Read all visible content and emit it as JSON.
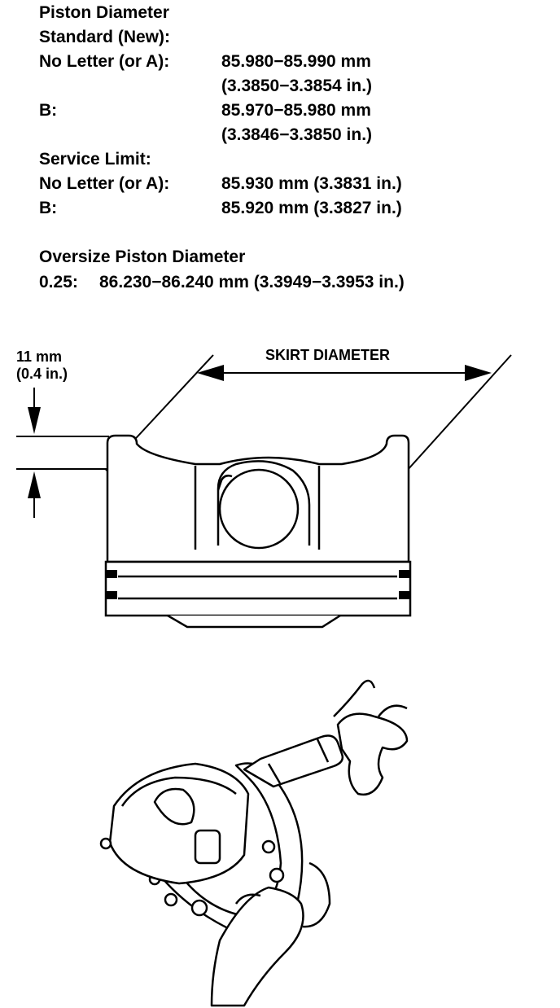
{
  "spec": {
    "title": "Piston Diameter",
    "standard_heading": "Standard (New):",
    "standard": [
      {
        "label": "No Letter (or A):",
        "mm": "85.980−85.990 mm",
        "inch": "(3.3850−3.3854 in.)"
      },
      {
        "label": "B:",
        "mm": "85.970−85.980 mm",
        "inch": "(3.3846−3.3850 in.)"
      }
    ],
    "service_heading": "Service Limit:",
    "service": [
      {
        "label": "No Letter (or A):",
        "value": "85.930 mm (3.3831 in.)"
      },
      {
        "label": "B:",
        "value": "85.920 mm (3.3827 in.)"
      }
    ]
  },
  "oversize": {
    "title": "Oversize Piston Diameter",
    "size": "0.25:",
    "value": "86.230−86.240 mm (3.3949−3.3953 in.)"
  },
  "diagram": {
    "measure_mm": "11 mm",
    "measure_in": "(0.4 in.)",
    "skirt_label": "SKIRT DIAMETER"
  }
}
